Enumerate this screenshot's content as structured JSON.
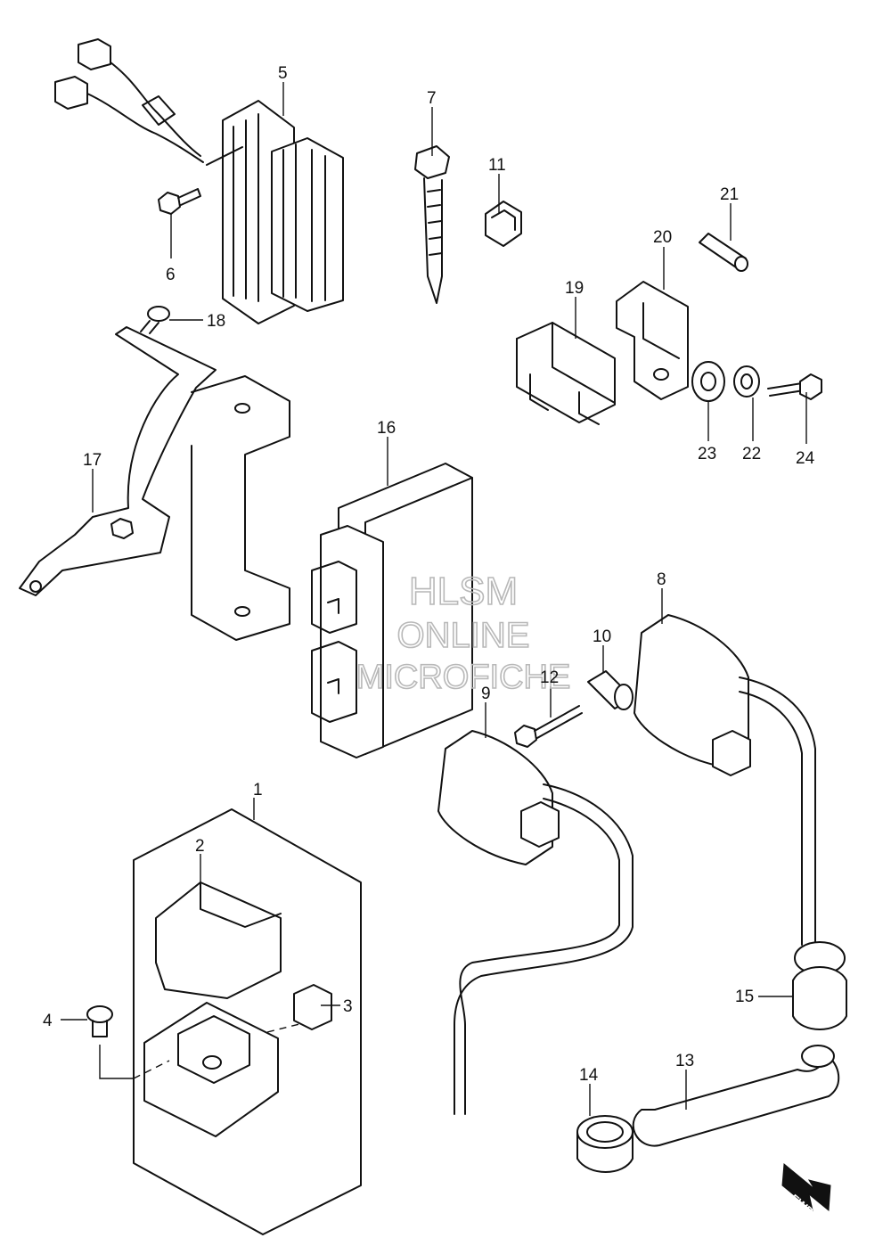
{
  "callouts": {
    "p1": "1",
    "p2": "2",
    "p3": "3",
    "p4": "4",
    "p5": "5",
    "p6": "6",
    "p7": "7",
    "p8": "8",
    "p9": "9",
    "p10": "10",
    "p11": "11",
    "p12": "12",
    "p13": "13",
    "p14": "14",
    "p15": "15",
    "p16": "16",
    "p17": "17",
    "p18": "18",
    "p19": "19",
    "p20": "20",
    "p21": "21",
    "p22": "22",
    "p23": "23",
    "p24": "24"
  },
  "watermark": {
    "line1": "HLSM",
    "line2": "ONLINE",
    "line3": "MICROFICHE"
  },
  "direction": {
    "fwd": "FWD"
  }
}
